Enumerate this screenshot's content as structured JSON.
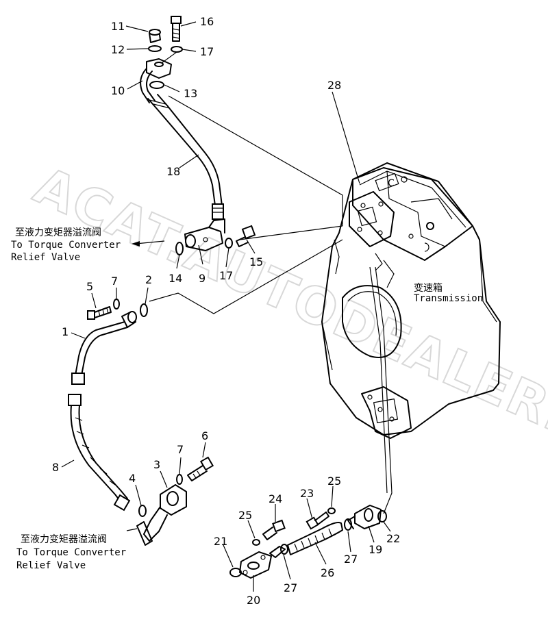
{
  "watermark": "ACAT.AUTODEALER.RU",
  "labels": {
    "to_tc_relief_top_cn": "至液力变矩器溢流阀",
    "to_tc_relief_top_en1": "To Torque Converter",
    "to_tc_relief_top_en2": "Relief Valve",
    "to_tc_relief_bottom_cn": "至液力变矩器溢流阀",
    "to_tc_relief_bottom_en1": "To Torque Converter",
    "to_tc_relief_bottom_en2": "Relief Valve",
    "transmission_cn": "变速箱",
    "transmission_en": "Transmission"
  },
  "parts": {
    "p1": "1",
    "p2": "2",
    "p3": "3",
    "p4": "4",
    "p5": "5",
    "p6": "6",
    "p7a": "7",
    "p7b": "7",
    "p8": "8",
    "p9": "9",
    "p10": "10",
    "p11": "11",
    "p12": "12",
    "p13": "13",
    "p14": "14",
    "p15": "15",
    "p16": "16",
    "p17a": "17",
    "p17b": "17",
    "p18": "18",
    "p19": "19",
    "p20": "20",
    "p21": "21",
    "p22": "22",
    "p23": "23",
    "p24": "24",
    "p25a": "25",
    "p25b": "25",
    "p26": "26",
    "p27a": "27",
    "p27b": "27",
    "p28": "28"
  }
}
